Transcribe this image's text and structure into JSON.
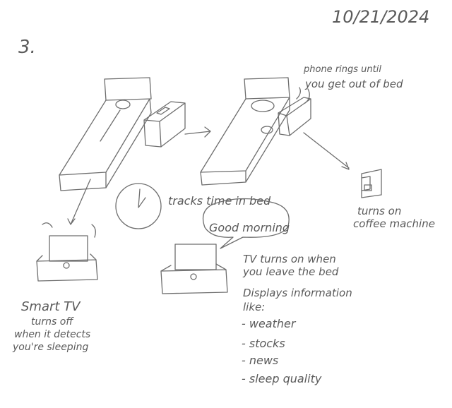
{
  "date": "10/21/2024",
  "number": "3.",
  "phone_note": [
    "phone rings until",
    "you get out of bed"
  ],
  "tracks": "tracks time in bed",
  "coffee": [
    "turns on",
    "coffee machine"
  ],
  "speech": "Good morning",
  "tv_on": [
    "TV turns on when",
    "you leave the bed"
  ],
  "displays": [
    "Displays information",
    "like:"
  ],
  "list": [
    "- weather",
    "- stocks",
    "- news",
    "- sleep quality"
  ],
  "smart_tv": [
    "Smart TV",
    "turns off",
    "when it detects",
    "you're sleeping"
  ],
  "colors": {
    "pencil": "#6e6e6e"
  }
}
